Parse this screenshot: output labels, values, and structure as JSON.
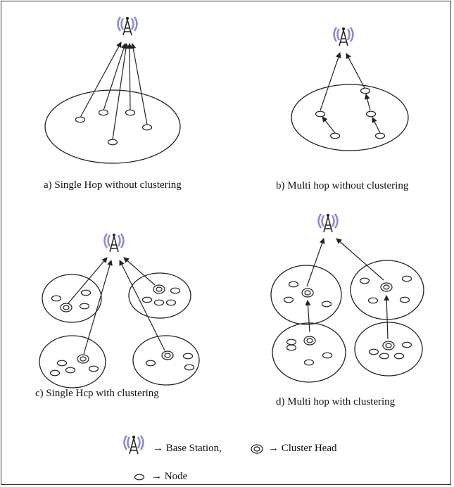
{
  "captions": {
    "a": "a) Single Hop without clustering",
    "b": "b) Multi hop without clustering",
    "c": "c)  Single Hcp with clustering",
    "d": "d) Multi hop with clustering"
  },
  "legend": {
    "base_station": "→ Base Station,",
    "cluster_head": "→ Cluster Head",
    "node": "→ Node"
  },
  "icons": {
    "base_station": "antenna-tower-icon",
    "cluster_head": "double-ellipse-icon",
    "node": "ellipse-icon"
  },
  "colors": {
    "antenna_waves": "#8a8acf",
    "line": "#222222"
  }
}
